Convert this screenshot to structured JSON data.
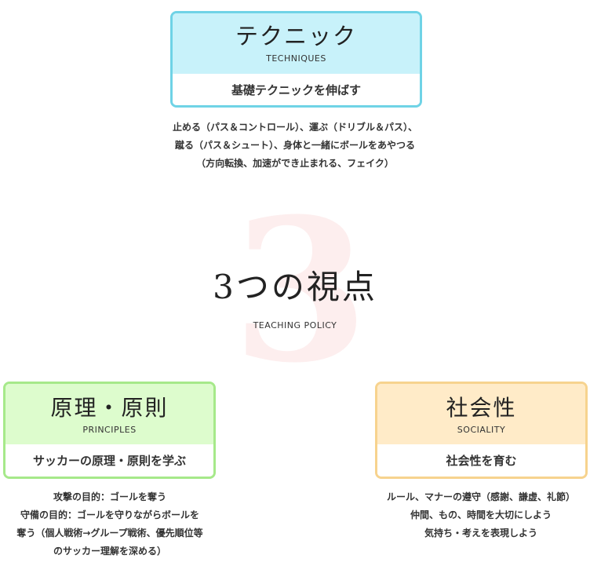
{
  "center": {
    "big_number": "3",
    "title": "3つの視点",
    "subtitle": "TEACHING POLICY"
  },
  "techniques": {
    "title": "テクニック",
    "en": "TECHNIQUES",
    "sub": "基礎テクニックを伸ばす",
    "desc": [
      "止める（パス＆コントロール）、運ぶ（ドリブル＆パス）、",
      "蹴る（パス＆シュート）、身体と一緒にボールをあやつる",
      "（方向転換、加速ができ止まれる、フェイク）"
    ],
    "colors": {
      "border": "#6fd3e6",
      "fill": "#c8f2fa"
    }
  },
  "principles": {
    "title": "原理・原則",
    "en": "PRINCIPLES",
    "sub": "サッカーの原理・原則を学ぶ",
    "desc": [
      "攻撃の目的：ゴールを奪う",
      "守備の目的：ゴールを守りながらボールを",
      "奪う（個人戦術→グループ戦術、優先順位等",
      "のサッカー理解を深める）"
    ],
    "colors": {
      "border": "#a6e98a",
      "fill": "#ddfccd"
    }
  },
  "sociality": {
    "title": "社会性",
    "en": "SOCIALITY",
    "sub": "社会性を育む",
    "desc": [
      "ルール、マナーの遵守（感謝、謙虚、礼節）",
      "仲間、もの、時間を大切にしよう",
      "気持ち・考えを表現しよう"
    ],
    "colors": {
      "border": "#f7d38e",
      "fill": "#ffebc8"
    }
  }
}
